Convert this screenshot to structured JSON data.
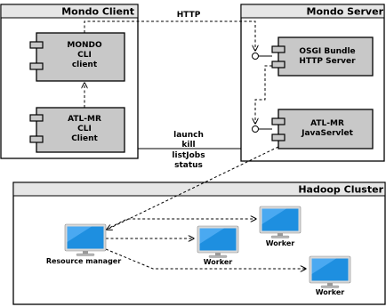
{
  "frames": {
    "client": "Mondo Client",
    "server": "Mondo Server",
    "cluster": "Hadoop Cluster"
  },
  "components": {
    "mondo_cli": [
      "MONDO",
      "CLI",
      "client"
    ],
    "atlmr_cli": [
      "ATL-MR",
      "CLI",
      "Client"
    ],
    "osgi": [
      "OSGI Bundle",
      "HTTP Server"
    ],
    "servlet": [
      "ATL-MR",
      "JavaServlet"
    ]
  },
  "edges": {
    "http": "HTTP",
    "commands": [
      "launch",
      "kill",
      "listJobs",
      "status"
    ]
  },
  "nodes": {
    "resource_manager": "Resource manager",
    "worker": "Worker"
  }
}
